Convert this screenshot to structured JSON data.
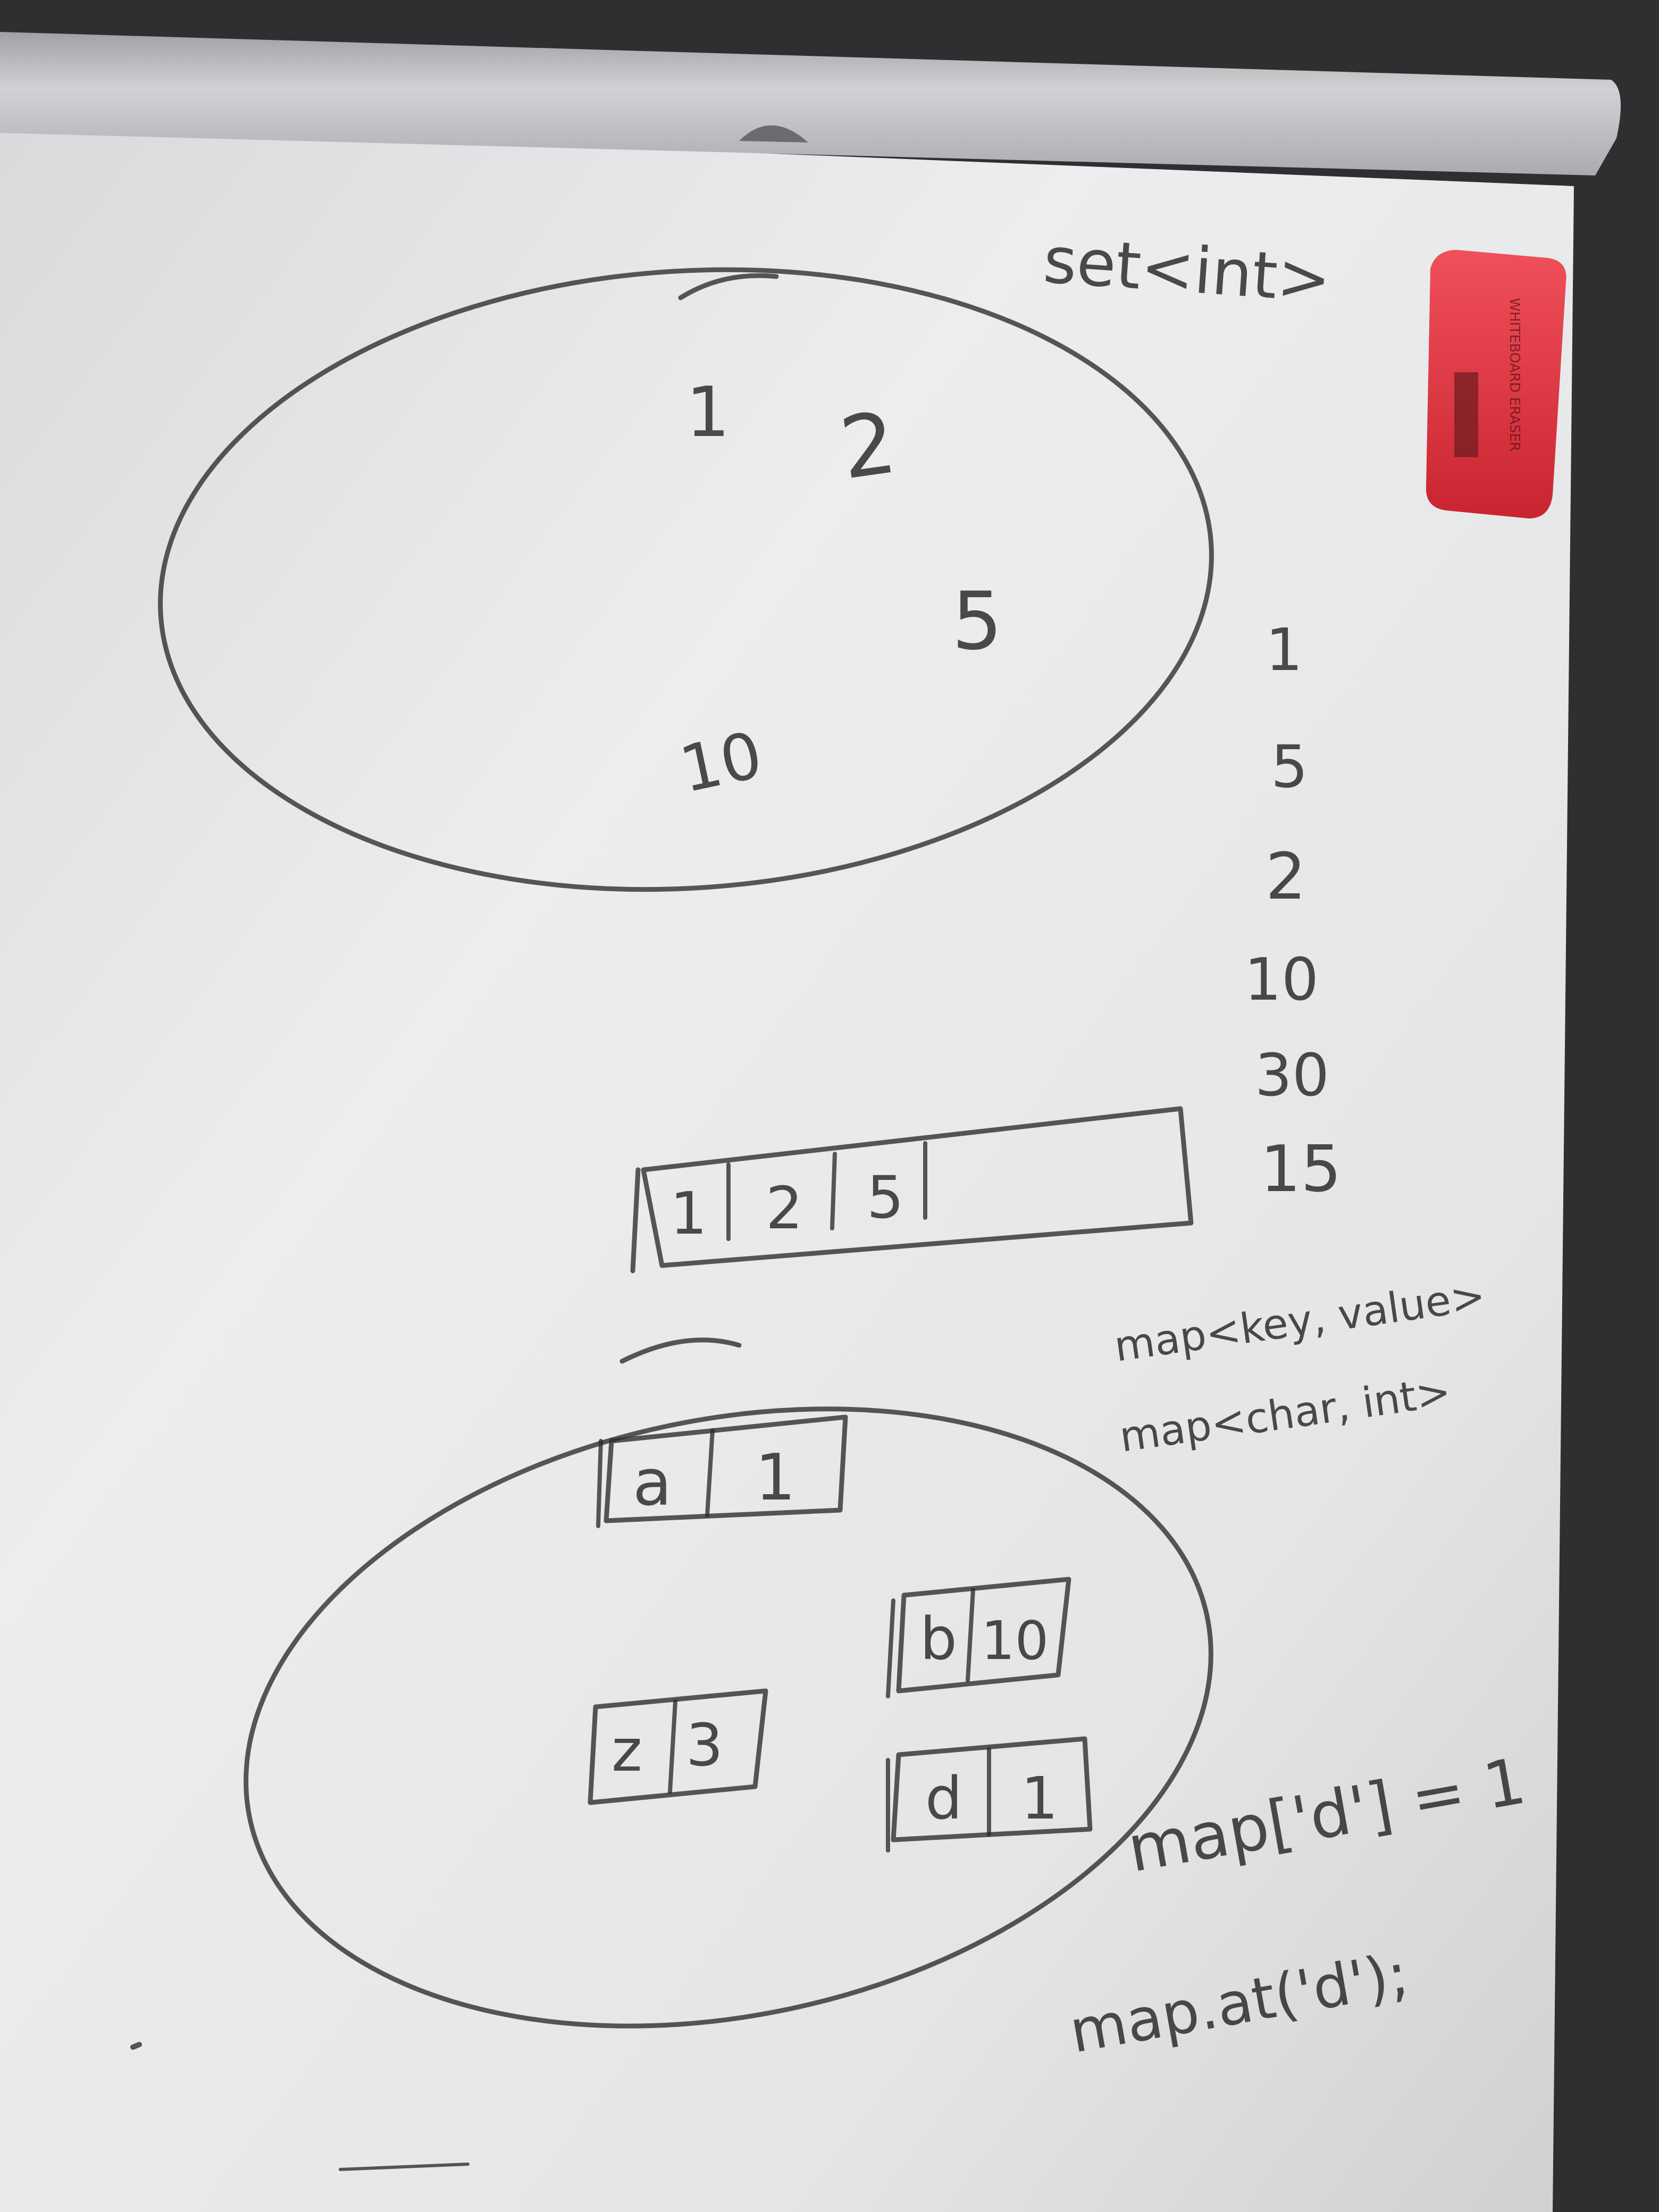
{
  "scene": {
    "whiteboard": {
      "top_right_note": "set<int>",
      "set_diagram": {
        "elements": [
          "1",
          "2",
          "5",
          "10"
        ]
      },
      "number_column": [
        "1",
        "5",
        "2",
        "10",
        "30",
        "15"
      ],
      "array_diagram": {
        "cells": [
          "1",
          "2",
          "5"
        ]
      },
      "map_notes": [
        "map<key, value>",
        "map<char, int>"
      ],
      "map_diagram": {
        "pairs": [
          {
            "key": "a",
            "value": "1"
          },
          {
            "key": "b",
            "value": "10"
          },
          {
            "key": "z",
            "value": "3"
          },
          {
            "key": "d",
            "value": "1"
          }
        ]
      },
      "code_lines": [
        "map['d'] = 1",
        "map.at('d');"
      ]
    },
    "eraser": {
      "brand_lettering": "WHITEBOARD ERASER",
      "color": "#d8323c"
    },
    "colors": {
      "board": "#e7e8ea",
      "frame": "#bfc1c3",
      "wall": "#2f2f31",
      "marker": "#2a2a2a"
    }
  }
}
